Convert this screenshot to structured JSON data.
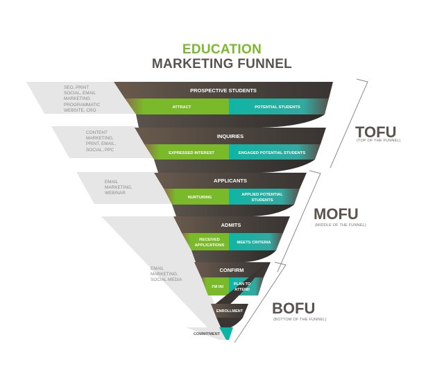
{
  "title": {
    "line1": "EDUCATION",
    "line2": "MARKETING FUNNEL"
  },
  "colors": {
    "title_green": "#7ab929",
    "title_dark": "#5a524c",
    "dark_band": "#4d453f",
    "green": "#7ab929",
    "teal": "#0fb5a4",
    "gray_shape": "#e6e6e6",
    "gray_text": "#8b8b8b"
  },
  "stages": {
    "tofu": {
      "label": "TOFU",
      "sub": "(TOP OF THE FUNNEL)"
    },
    "mofu": {
      "label": "MOFU",
      "sub": "(MIDDLE OF THE FUNNEL)"
    },
    "bofu": {
      "label": "BOFU",
      "sub": "(BOTTOM OF THE FUNNEL)"
    }
  },
  "tactics": {
    "t1": [
      "SEO, PRINT",
      "SOCIAL, EMAIL",
      "MARKETING",
      "PROGRAMMATIC",
      "WEBSITE, CRO"
    ],
    "t2": [
      "CONTENT",
      "MARKETING,",
      "PRINT, EMAIL,",
      "SOCIAL, PPC"
    ],
    "t3": [
      "EMAIL",
      "MARKETING,",
      "WEBINAR"
    ],
    "t4": [
      "EMAIL",
      "MARKETING,",
      "SOCIAL MEDIA"
    ]
  },
  "tiers": {
    "prospective": {
      "title": "PROSPECTIVE STUDENTS",
      "left": "ATTRACT",
      "right": "POTENTIAL STUDENTS"
    },
    "inquiries": {
      "title": "INQUIRIES",
      "left": "EXPRESSED INTEREST",
      "right": "ENGAGED POTENTIAL STUDENTS"
    },
    "applicants": {
      "title": "APPLICANTS",
      "left": "NURTURING",
      "right1": "APPLIED POTENTIAL",
      "right2": "STUDENTS"
    },
    "admits": {
      "title": "ADMITS",
      "left1": "RECEIVED",
      "left2": "APPLICATIONS",
      "right": "MEETS CRITERIA"
    },
    "confirm": {
      "title": "CONFIRM",
      "left": "I'M IN!",
      "right1": "PLAN TO",
      "right2": "ATTEND"
    },
    "enrollment": {
      "title": "ENROLLMENT"
    },
    "commitment": {
      "title": "COMMITMENT"
    }
  }
}
